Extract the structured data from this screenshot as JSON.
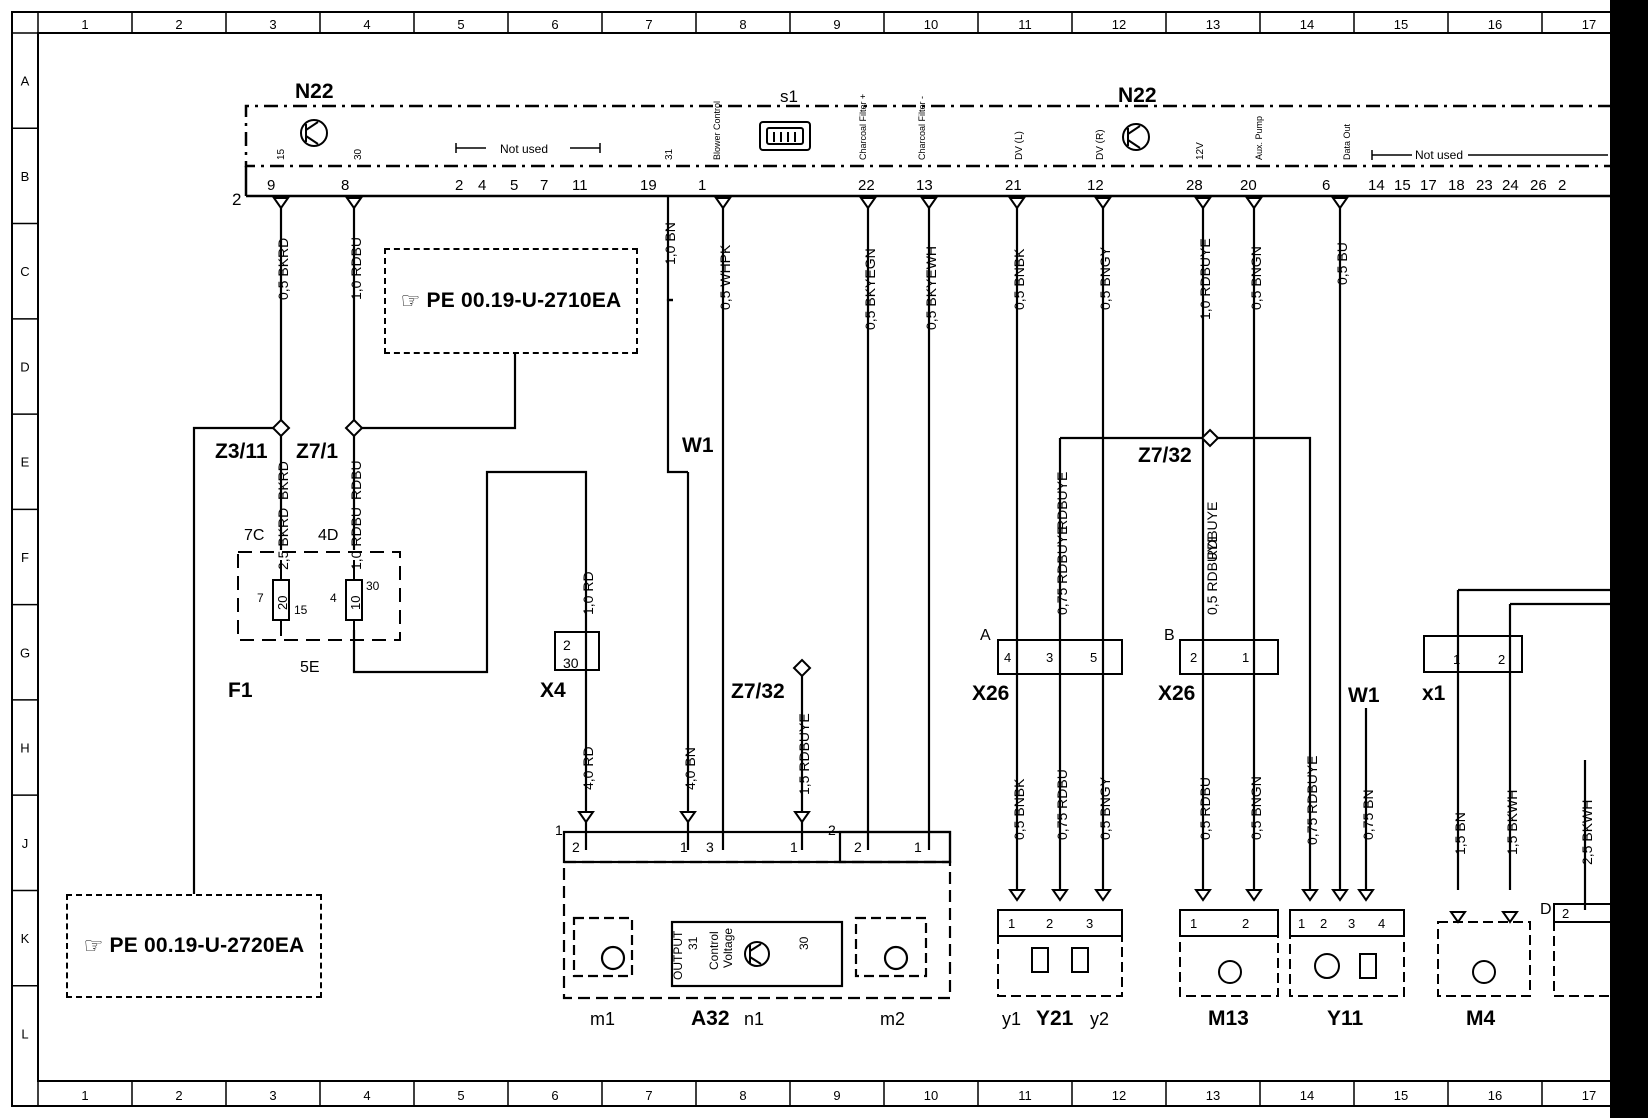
{
  "grid": {
    "columns": [
      "1",
      "2",
      "3",
      "4",
      "5",
      "6",
      "7",
      "8",
      "9",
      "10",
      "11",
      "12",
      "13",
      "14",
      "15",
      "16",
      "17"
    ],
    "rows": [
      "A",
      "B",
      "C",
      "D",
      "E",
      "F",
      "G",
      "H",
      "J",
      "K",
      "L"
    ]
  },
  "control_unit": {
    "label_left": "N22",
    "label_right": "N22",
    "connector_no": "2",
    "switch_label": "s1",
    "not_used_left": "Not used",
    "not_used_right": "Not used",
    "pin_functions": {
      "15": "15",
      "30": "30",
      "31": "31",
      "blower": "Blower Control",
      "charcoal_plus": "Charcoal Filter +",
      "charcoal_minus": "Charcoal Filter -",
      "dv_l": "DV (L)",
      "dv_r": "DV (R)",
      "12v": "12V",
      "aux_pump": "Aux. Pump",
      "data_out": "Data Out"
    },
    "pins": [
      "9",
      "8",
      "2",
      "4",
      "5",
      "7",
      "11",
      "19",
      "1",
      "22",
      "13",
      "21",
      "12",
      "28",
      "20",
      "6",
      "14",
      "15",
      "17",
      "18",
      "23",
      "24",
      "26",
      "2"
    ]
  },
  "references": {
    "pe1": "PE 00.19-U-2710EA",
    "pe2": "PE 00.19-U-2720EA",
    "hand_icon": "pointing-hand-icon"
  },
  "wires": {
    "w_9": "0,5 BKRD",
    "w_8": "1,0 RDBU",
    "w_19": "1,0 BN",
    "w_1": "0,5 WHPK",
    "w_22": "0,5 BKYEGN",
    "w_13": "0,5 BKYEWH",
    "w_21": "0,5 BNBK",
    "w_12": "0,5 BNGY",
    "w_28": "1,0 RDBUYE",
    "w_20": "0,5 BNGN",
    "w_6": "0,5 BU",
    "f_bkrd": "BKRD",
    "f_rdbu": "RDBU",
    "f_25bkrd": "2,5 BKRD",
    "f_10rdbu": "1,0 RDBU",
    "x4_in": "1,0 RD",
    "x4_out": "4,0 RD",
    "w1_bn": "4,0 BN",
    "z732_a32": "1,5 RDBUYE",
    "z732_left": "0,75 RDBUYE",
    "z732_mid": "RDBUYE",
    "z732_right": "0,5 RDBUYE",
    "z732_right_top": "RDBUYE",
    "y21_1": "0,5 BNBK",
    "y21_2": "0,75 RDBU",
    "y21_3": "0,5 BNGY",
    "m13_1": "0,5 RDBU",
    "m13_2": "0,5 BNGN",
    "y11_1": "0,75 RDBUYE",
    "y11_3": "0,75 BN",
    "m4_1": "1,5 BN",
    "m4_2": "1,5 BKWH",
    "m4_3": "2,5 BKWH"
  },
  "components": {
    "z3_11": "Z3/11",
    "z7_1": "Z7/1",
    "z7_32": "Z7/32",
    "z7_32b": "Z7/32",
    "f1": "F1",
    "fuse_7c": "7C",
    "fuse_4d": "4D",
    "fuse_5e": "5E",
    "fuse_20": "20",
    "fuse_10": "10",
    "fuse_7": "7",
    "fuse_15": "15",
    "fuse_4": "4",
    "fuse_30": "30",
    "x4": "X4",
    "x4_p2": "2",
    "x4_p30": "30",
    "w1": "W1",
    "w1b": "W1",
    "x26": "X26",
    "x26b": "X26",
    "x26_a": "A",
    "x26_b": "B",
    "x1": "x1",
    "a32": "A32",
    "m1": "m1",
    "n1": "n1",
    "m2": "m2",
    "n1_output": "OUTPUT",
    "n1_31": "31",
    "n1_control": "Control",
    "n1_voltage": "Voltage",
    "n1_30": "30",
    "y1": "y1",
    "y21": "Y21",
    "y2": "y2",
    "m13": "M13",
    "y11": "Y11",
    "m4": "M4",
    "conn1": "1",
    "conn2": "2",
    "conn_d": "D"
  }
}
